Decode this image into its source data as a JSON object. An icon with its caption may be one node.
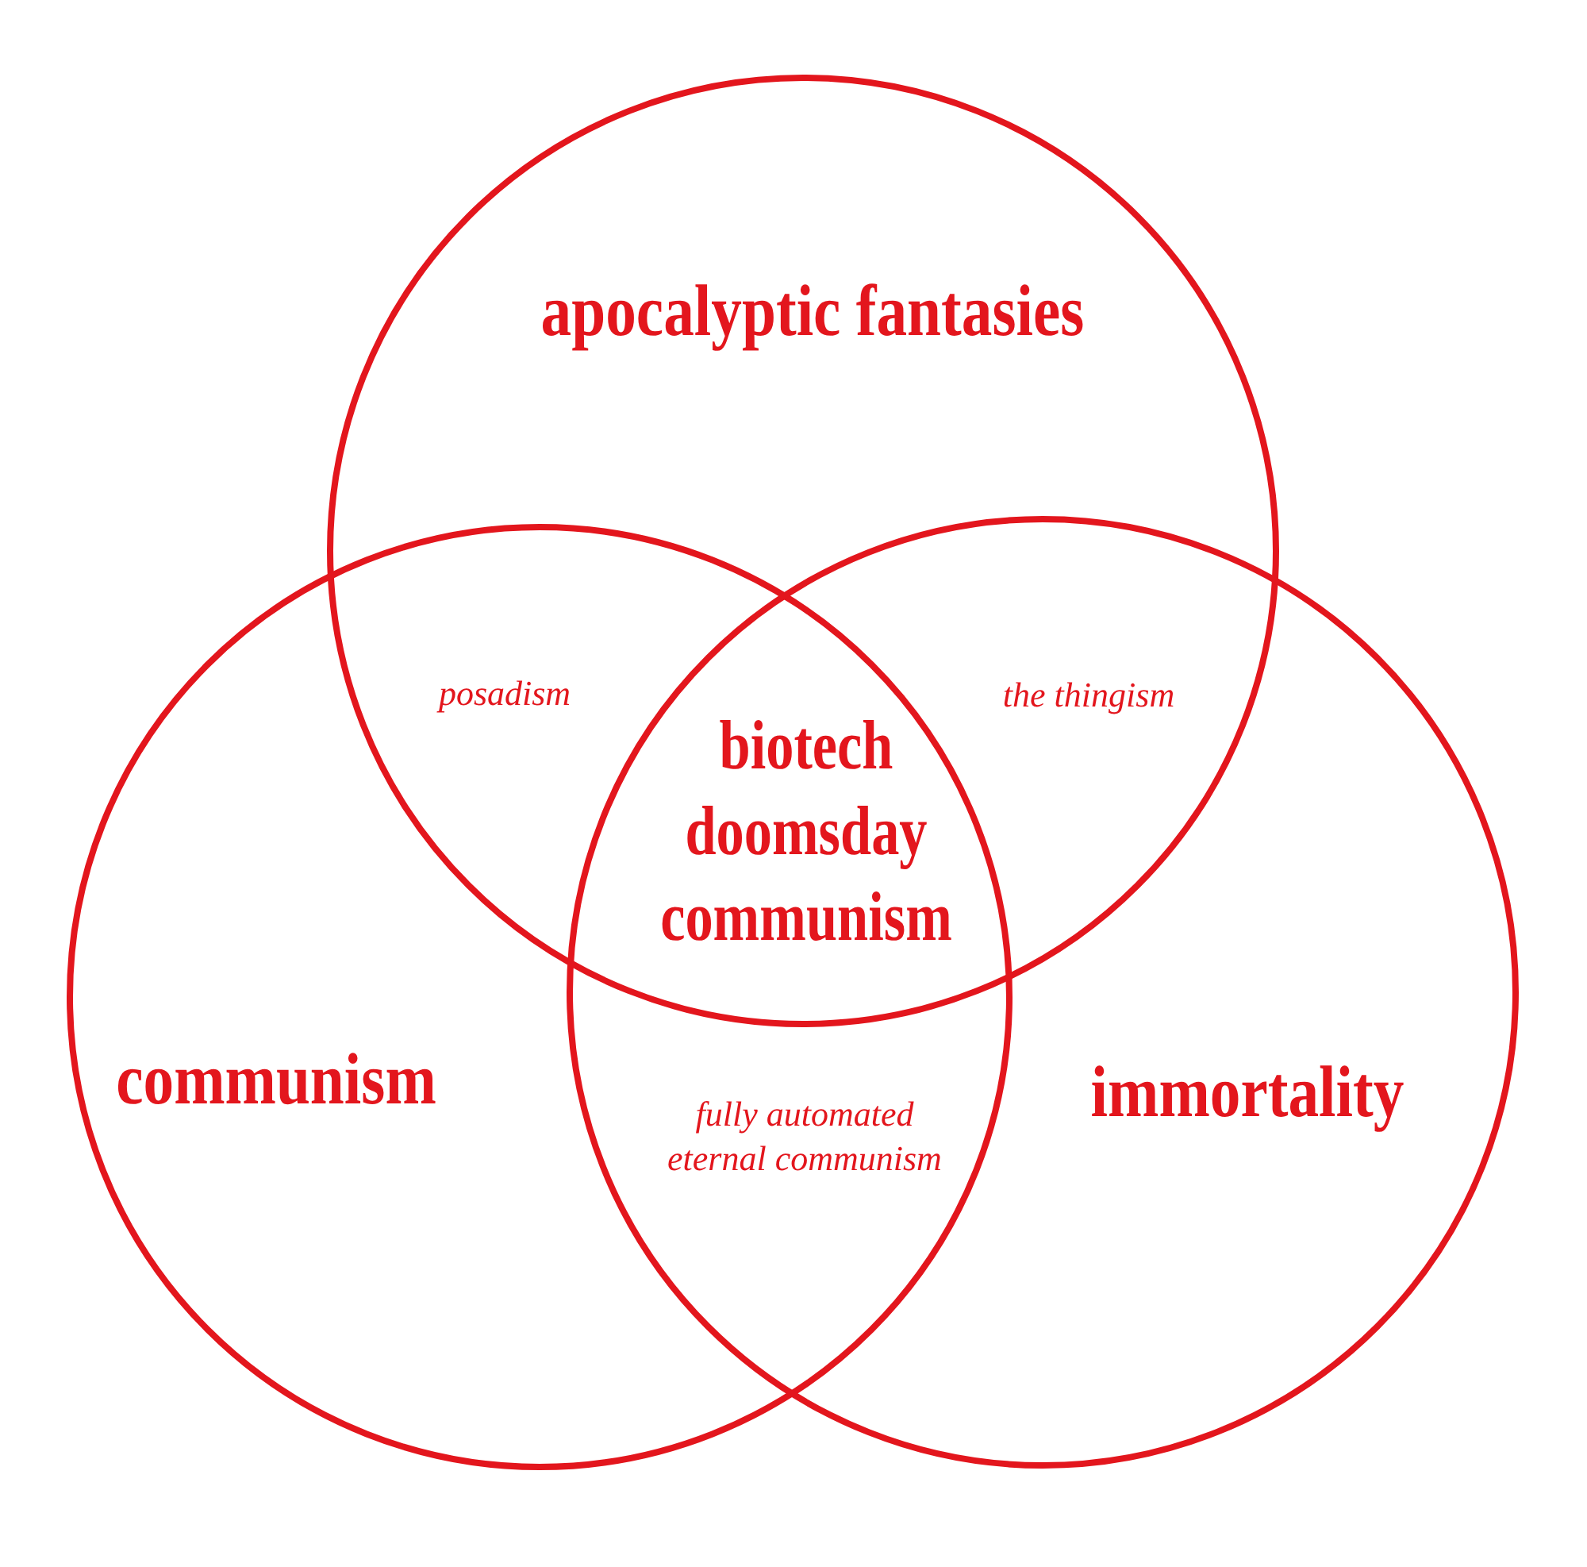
{
  "diagram": {
    "nodes": [
      {
        "text": [
          "apocalyptic fantasies"
        ]
      },
      {
        "text": [
          "communism"
        ]
      },
      {
        "text": [
          "immortality"
        ]
      }
    ],
    "labels": [
      "posadism",
      "biotech doomsday communism",
      "the thingism",
      "fully automated eternal communism"
    ]
  }
}
